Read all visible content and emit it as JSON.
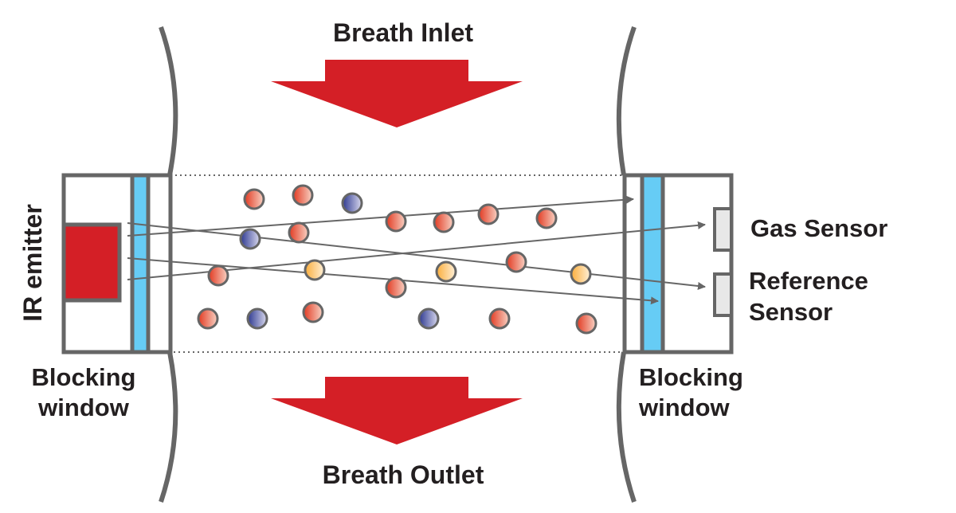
{
  "labels": {
    "inlet": "Breath Inlet",
    "outlet": "Breath Outlet",
    "emitter": "IR emitter",
    "left_window_l1": "Blocking",
    "left_window_l2": "window",
    "right_window_l1": "Blocking",
    "right_window_l2": "window",
    "gas_sensor": "Gas Sensor",
    "ref_sensor_l1": "Reference",
    "ref_sensor_l2": "Sensor"
  },
  "colors": {
    "arrow_red": "#d41f26",
    "outline_gray": "#666666",
    "window_blue": "#66ccf5",
    "sensor_fill": "#e8e8e8",
    "molecule_red": "#e8442a",
    "molecule_blue": "#3a4496",
    "molecule_yellow": "#fbb040"
  },
  "molecules": [
    {
      "type": "red"
    },
    {
      "type": "red"
    },
    {
      "type": "blue"
    },
    {
      "type": "red"
    },
    {
      "type": "red"
    },
    {
      "type": "red"
    },
    {
      "type": "red"
    },
    {
      "type": "blue"
    },
    {
      "type": "red"
    },
    {
      "type": "red"
    },
    {
      "type": "yellow"
    },
    {
      "type": "yellow"
    },
    {
      "type": "red"
    },
    {
      "type": "yellow"
    },
    {
      "type": "red"
    },
    {
      "type": "red"
    },
    {
      "type": "blue"
    },
    {
      "type": "red"
    },
    {
      "type": "blue"
    },
    {
      "type": "red"
    },
    {
      "type": "red"
    }
  ]
}
